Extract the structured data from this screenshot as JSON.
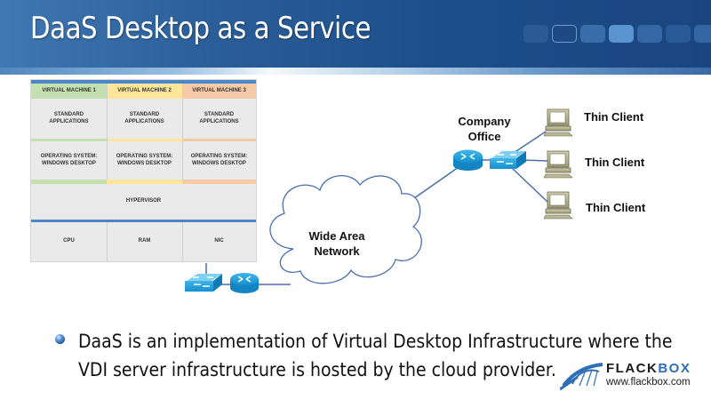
{
  "header": {
    "title": "DaaS Desktop as a Service",
    "colors": {
      "band_start": "#3f78b3",
      "band_end": "#1a4580"
    }
  },
  "vm_stack": {
    "virtual_machines": [
      {
        "label": "VIRTUAL MACHINE 1",
        "color": "#c4dfb0",
        "apps": "STANDARD\nAPPLICATIONS",
        "os": "OPERATING SYSTEM:\nWINDOWS DESKTOP"
      },
      {
        "label": "VIRTUAL MACHINE 2",
        "color": "#fde59a",
        "apps": "STANDARD\nAPPLICATIONS",
        "os": "OPERATING SYSTEM:\nWINDOWS DESKTOP"
      },
      {
        "label": "VIRTUAL MACHINE 3",
        "color": "#f8c9a6",
        "apps": "STANDARD\nAPPLICATIONS",
        "os": "OPERATING SYSTEM:\nWINDOWS DESKTOP"
      }
    ],
    "hypervisor": "HYPERVISOR",
    "hardware": [
      "CPU",
      "RAM",
      "NIC"
    ],
    "accent": "#4a86c8"
  },
  "network": {
    "wan_label_line1": "Wide Area",
    "wan_label_line2": "Network",
    "office_label_line1": "Company",
    "office_label_line2": "Office",
    "clients": [
      "Thin Client",
      "Thin Client",
      "Thin Client"
    ],
    "device_color": "#1d9bd6"
  },
  "body": {
    "bullets": [
      {
        "line1": "DaaS is an implementation of Virtual Desktop Infrastructure where the",
        "line2": "VDI server infrastructure is hosted by the cloud provider."
      }
    ]
  },
  "logo": {
    "name_part1": "FLACK",
    "name_part2": "BOX",
    "url": "www.flackbox.com"
  }
}
